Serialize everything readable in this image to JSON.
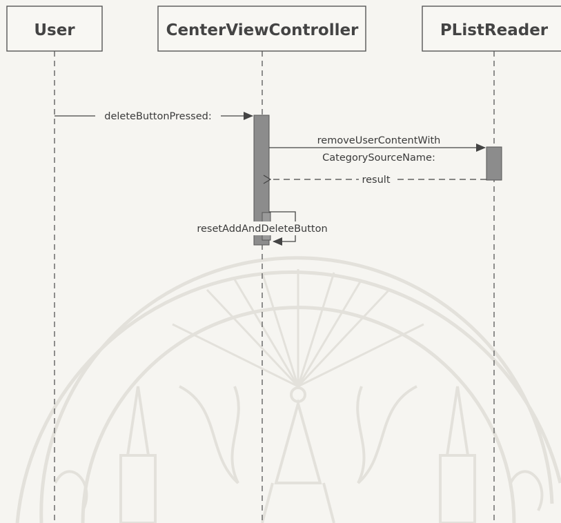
{
  "diagram": {
    "lifelines": [
      {
        "id": "user",
        "label": "User"
      },
      {
        "id": "cvc",
        "label": "CenterViewController"
      },
      {
        "id": "plist",
        "label": "PListReader"
      }
    ],
    "messages": [
      {
        "id": "msg1",
        "label": "deleteButtonPressed:",
        "from": "user",
        "to": "cvc",
        "kind": "sync"
      },
      {
        "id": "msg2",
        "label_line1": "removeUserContentWith",
        "label_line2": "CategorySourceName:",
        "from": "cvc",
        "to": "plist",
        "kind": "sync"
      },
      {
        "id": "msg3",
        "label": "result",
        "from": "plist",
        "to": "cvc",
        "kind": "return"
      },
      {
        "id": "msg4",
        "label": "resetAddAndDeleteButton",
        "from": "cvc",
        "to": "cvc",
        "kind": "self"
      }
    ],
    "watermark": "university-seal"
  },
  "colors": {
    "background": "#f6f5f1",
    "line": "#444444",
    "activation": "#8c8c8c",
    "watermark": "#e3e1db"
  }
}
